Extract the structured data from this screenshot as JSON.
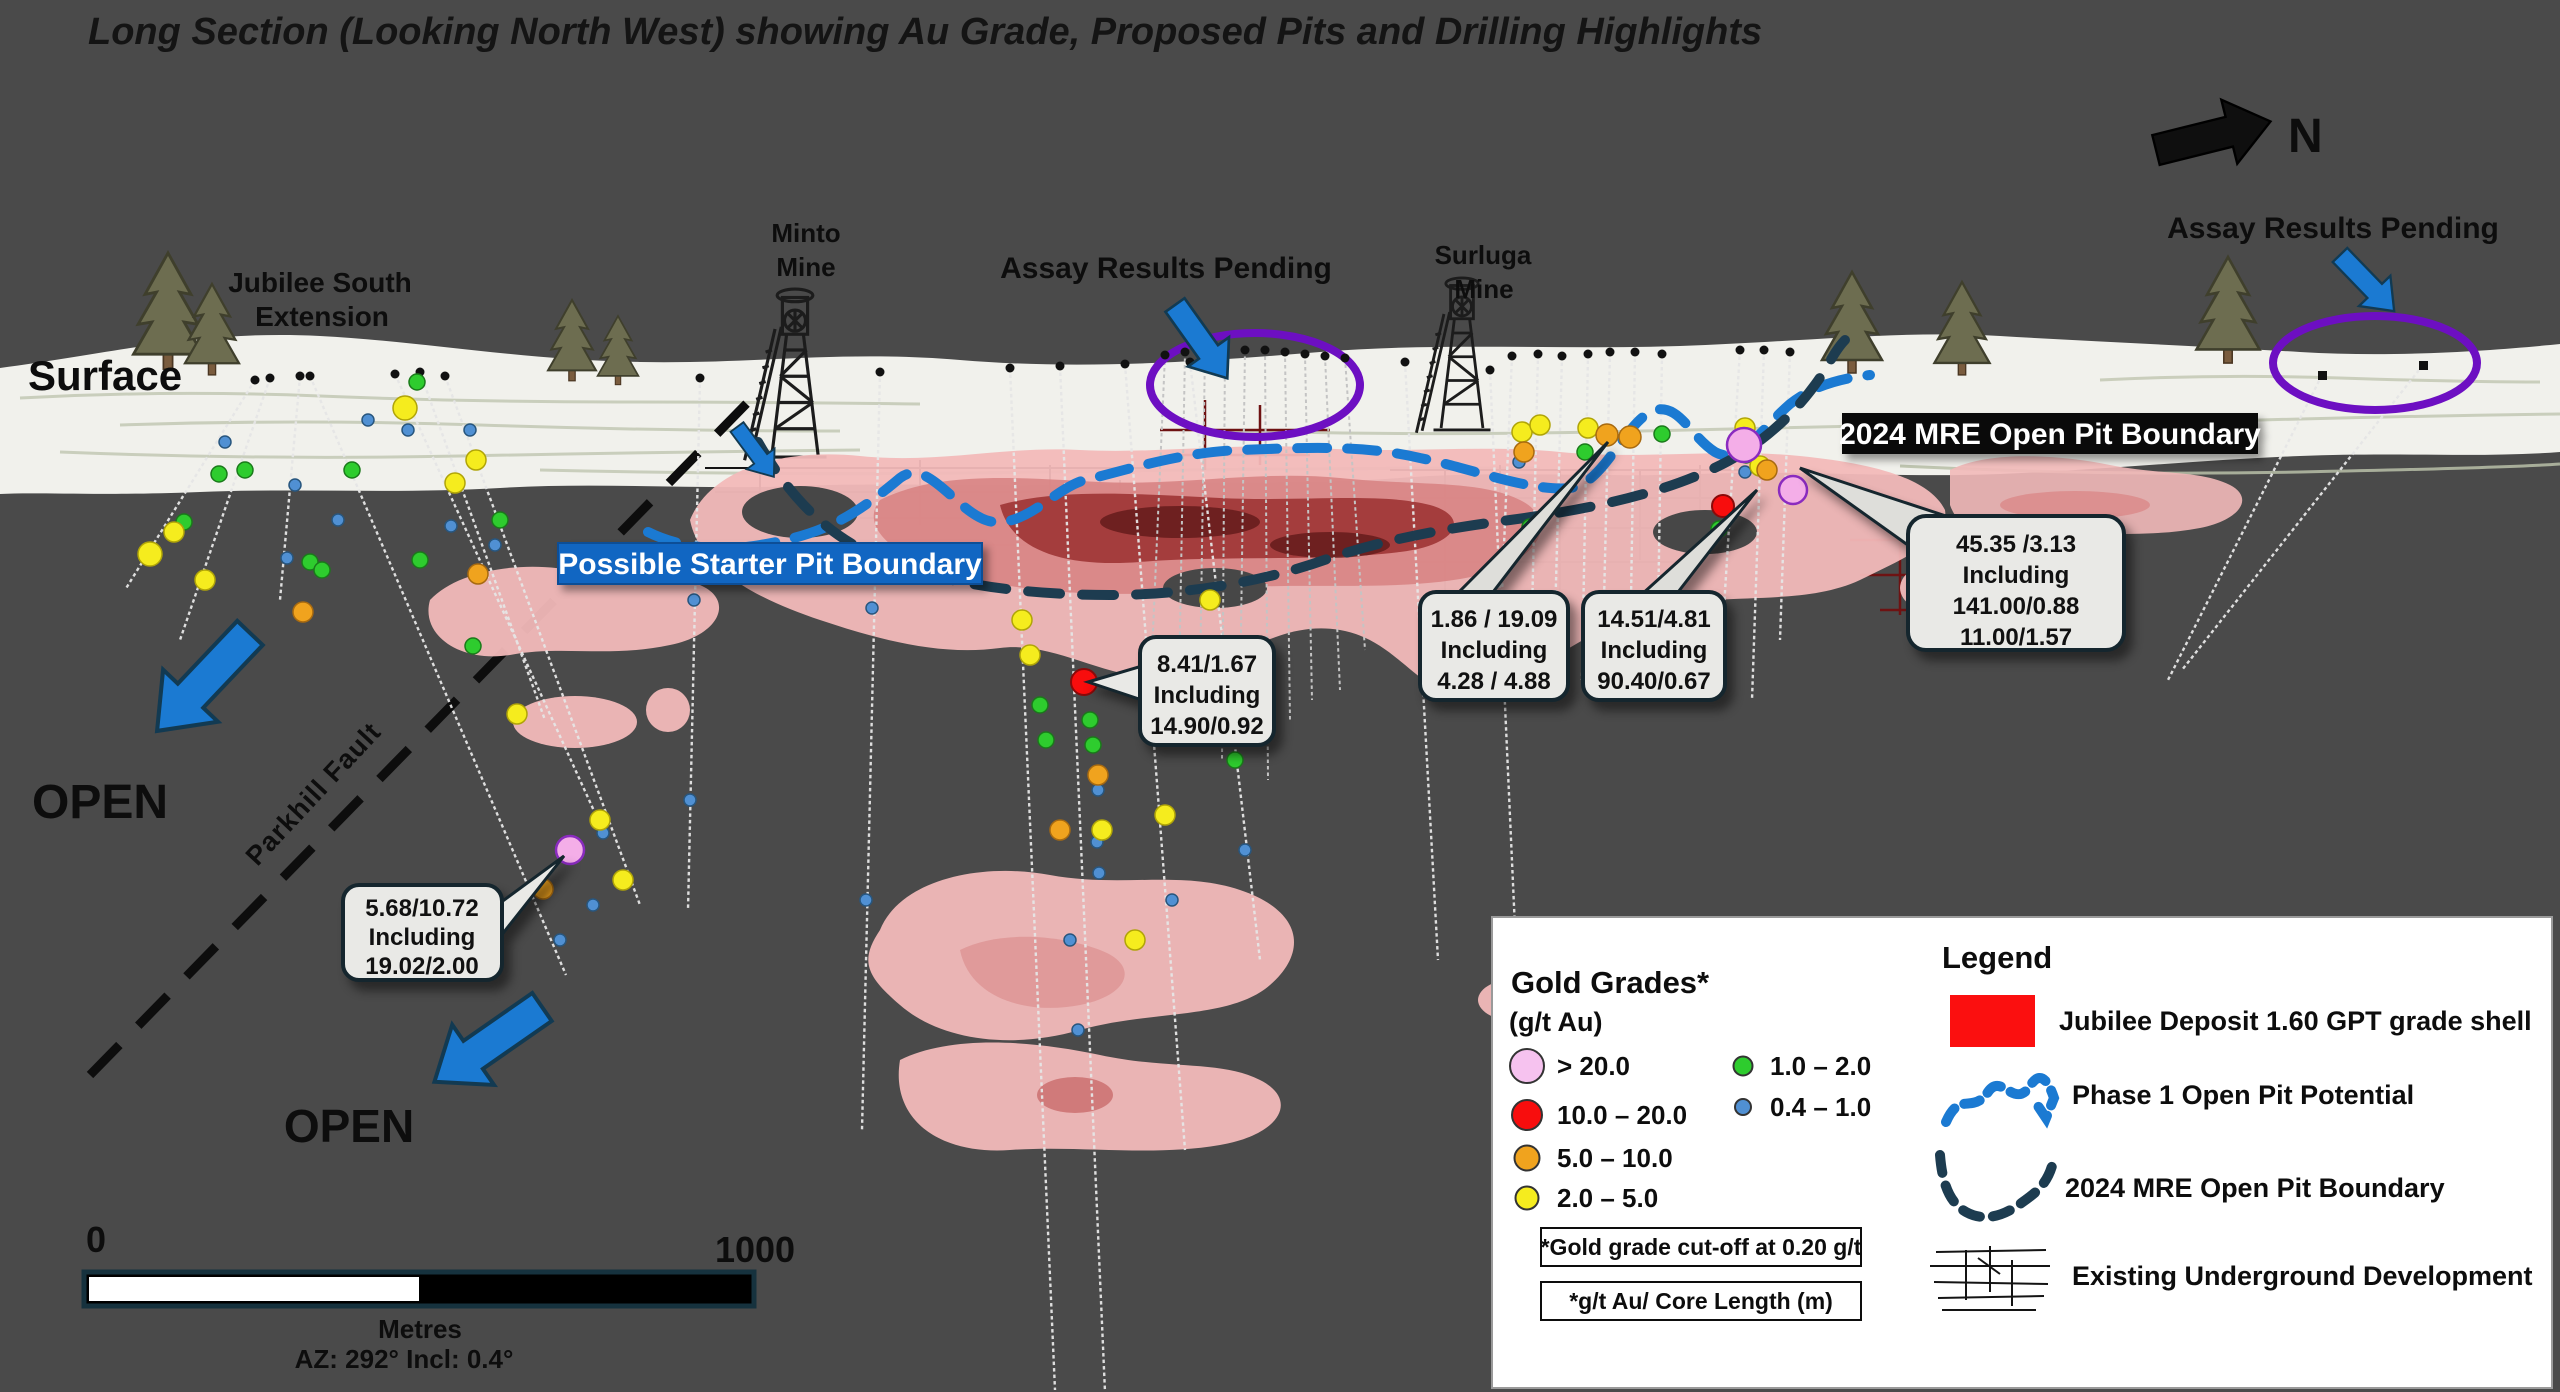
{
  "title": "Long Section (Looking North West) showing Au Grade, Proposed Pits and Drilling Highlights",
  "north": {
    "label": "N"
  },
  "labels": {
    "surface": "Surface",
    "jubilee_line1": "Jubilee South",
    "jubilee_line2": "Extension",
    "minto_line1": "Minto",
    "minto_line2": "Mine",
    "surluga_line1": "Surluga",
    "surluga_line2": "Mine",
    "assay_pending_left": "Assay Results Pending",
    "assay_pending_right": "Assay Results Pending",
    "mre_boundary": "2024 MRE Open Pit Boundary",
    "starter_pit": "Possible Starter Pit Boundary",
    "parkhill_fault": "Parkhill Fault",
    "open_upper": "OPEN",
    "open_lower": "OPEN"
  },
  "callouts": {
    "c1": {
      "lines": [
        "8.41/1.67",
        "Including",
        "14.90/0.92"
      ]
    },
    "c2": {
      "lines": [
        "1.86 / 19.09",
        "Including",
        "4.28 / 4.88"
      ]
    },
    "c3": {
      "lines": [
        "14.51/4.81",
        "Including",
        "90.40/0.67"
      ]
    },
    "c4": {
      "lines": [
        "45.35 /3.13",
        "Including",
        "141.00/0.88",
        "11.00/1.57"
      ]
    },
    "c5": {
      "lines": [
        "5.68/10.72",
        "Including",
        "19.02/2.00"
      ]
    }
  },
  "scale_bar": {
    "start": "0",
    "end": "1000",
    "unit": "Metres",
    "orientation": "AZ: 292°   Incl: 0.4°"
  },
  "gold_grades": {
    "title": "Gold Grades*",
    "subtitle": "(g/t Au)",
    "classes": [
      {
        "label": "> 20.0",
        "color": "#f6c2ef"
      },
      {
        "label": "10.0 – 20.0",
        "color": "#f80d0d"
      },
      {
        "label": "5.0 – 10.0",
        "color": "#f0a31e"
      },
      {
        "label": "2.0 – 5.0",
        "color": "#f5ec1e"
      },
      {
        "label": "1.0 – 2.0",
        "color": "#2ecc2e"
      },
      {
        "label": "0.4 – 1.0",
        "color": "#5090d3"
      }
    ],
    "note1": "*Gold grade cut-off at 0.20 g/t",
    "note2": "*g/t Au/ Core Length (m)"
  },
  "legend": {
    "title": "Legend",
    "items": [
      {
        "label": "Jubilee Deposit 1.60 GPT grade shell"
      },
      {
        "label": "Phase 1 Open Pit Potential"
      },
      {
        "label": "2024 MRE Open Pit Boundary"
      },
      {
        "label": "Existing Underground  Development"
      }
    ]
  },
  "colors": {
    "background": "#4a4a4a",
    "surface_band": "#f1f1ec",
    "grade_shell_pale": "#f2b9b9",
    "grade_shell_mid": "#d88484",
    "grade_shell_core": "#9a3030",
    "phase1_blue": "#1b7ad2",
    "mre_navy": "#1d3c50",
    "purple_ellipse": "#6d0fc2",
    "legend_red": "#fb0f0f",
    "callout_bg": "#e9e9e6"
  }
}
